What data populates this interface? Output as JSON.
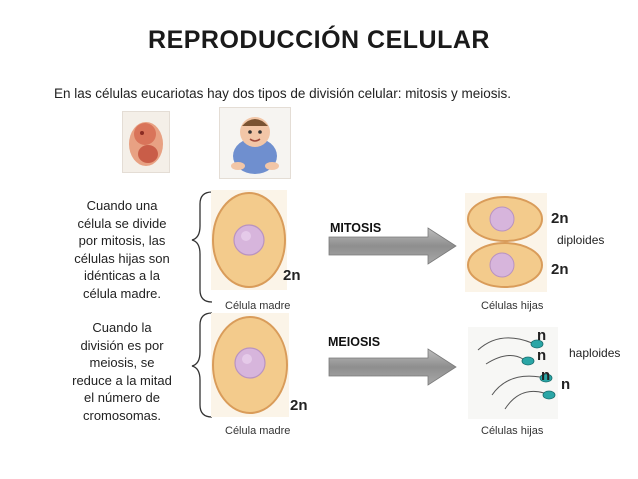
{
  "title": "REPRODUCCIÓN CELULAR",
  "subtitle": "En las células eucariotas hay dos tipos de división celular: mitosis y meiosis.",
  "colors": {
    "cell_fill": "#f3cb8c",
    "cell_border": "#d99c5a",
    "nucleus_fill": "#d7b5dc",
    "arrow_fill": "#9a9a9a",
    "brace": "#333333"
  },
  "images": [
    "fetus-image",
    "baby-image"
  ],
  "mitosis": {
    "note": [
      "Cuando una",
      "célula se divide",
      "por mitosis, las",
      "células  hijas son",
      "idénticas a la",
      "célula madre."
    ],
    "process_label": "MITOSIS",
    "mother_ploidy": "2n",
    "mother_label": "Célula madre",
    "daughter_ploidy_top": "2n",
    "daughter_ploidy_bottom": "2n",
    "daughter_type": "diploides",
    "daughters_label": "Células hijas"
  },
  "meiosis": {
    "note": [
      "Cuando la",
      "división es por",
      "meiosis, se",
      "reduce a la mitad",
      "el número de",
      "cromosomas."
    ],
    "process_label": "MEIOSIS",
    "mother_ploidy": "2n",
    "mother_label": "Célula madre",
    "gamete_ploidy": [
      "n",
      "n",
      "n",
      "n"
    ],
    "daughter_type": "haploides",
    "daughters_label": "Células hijas"
  }
}
